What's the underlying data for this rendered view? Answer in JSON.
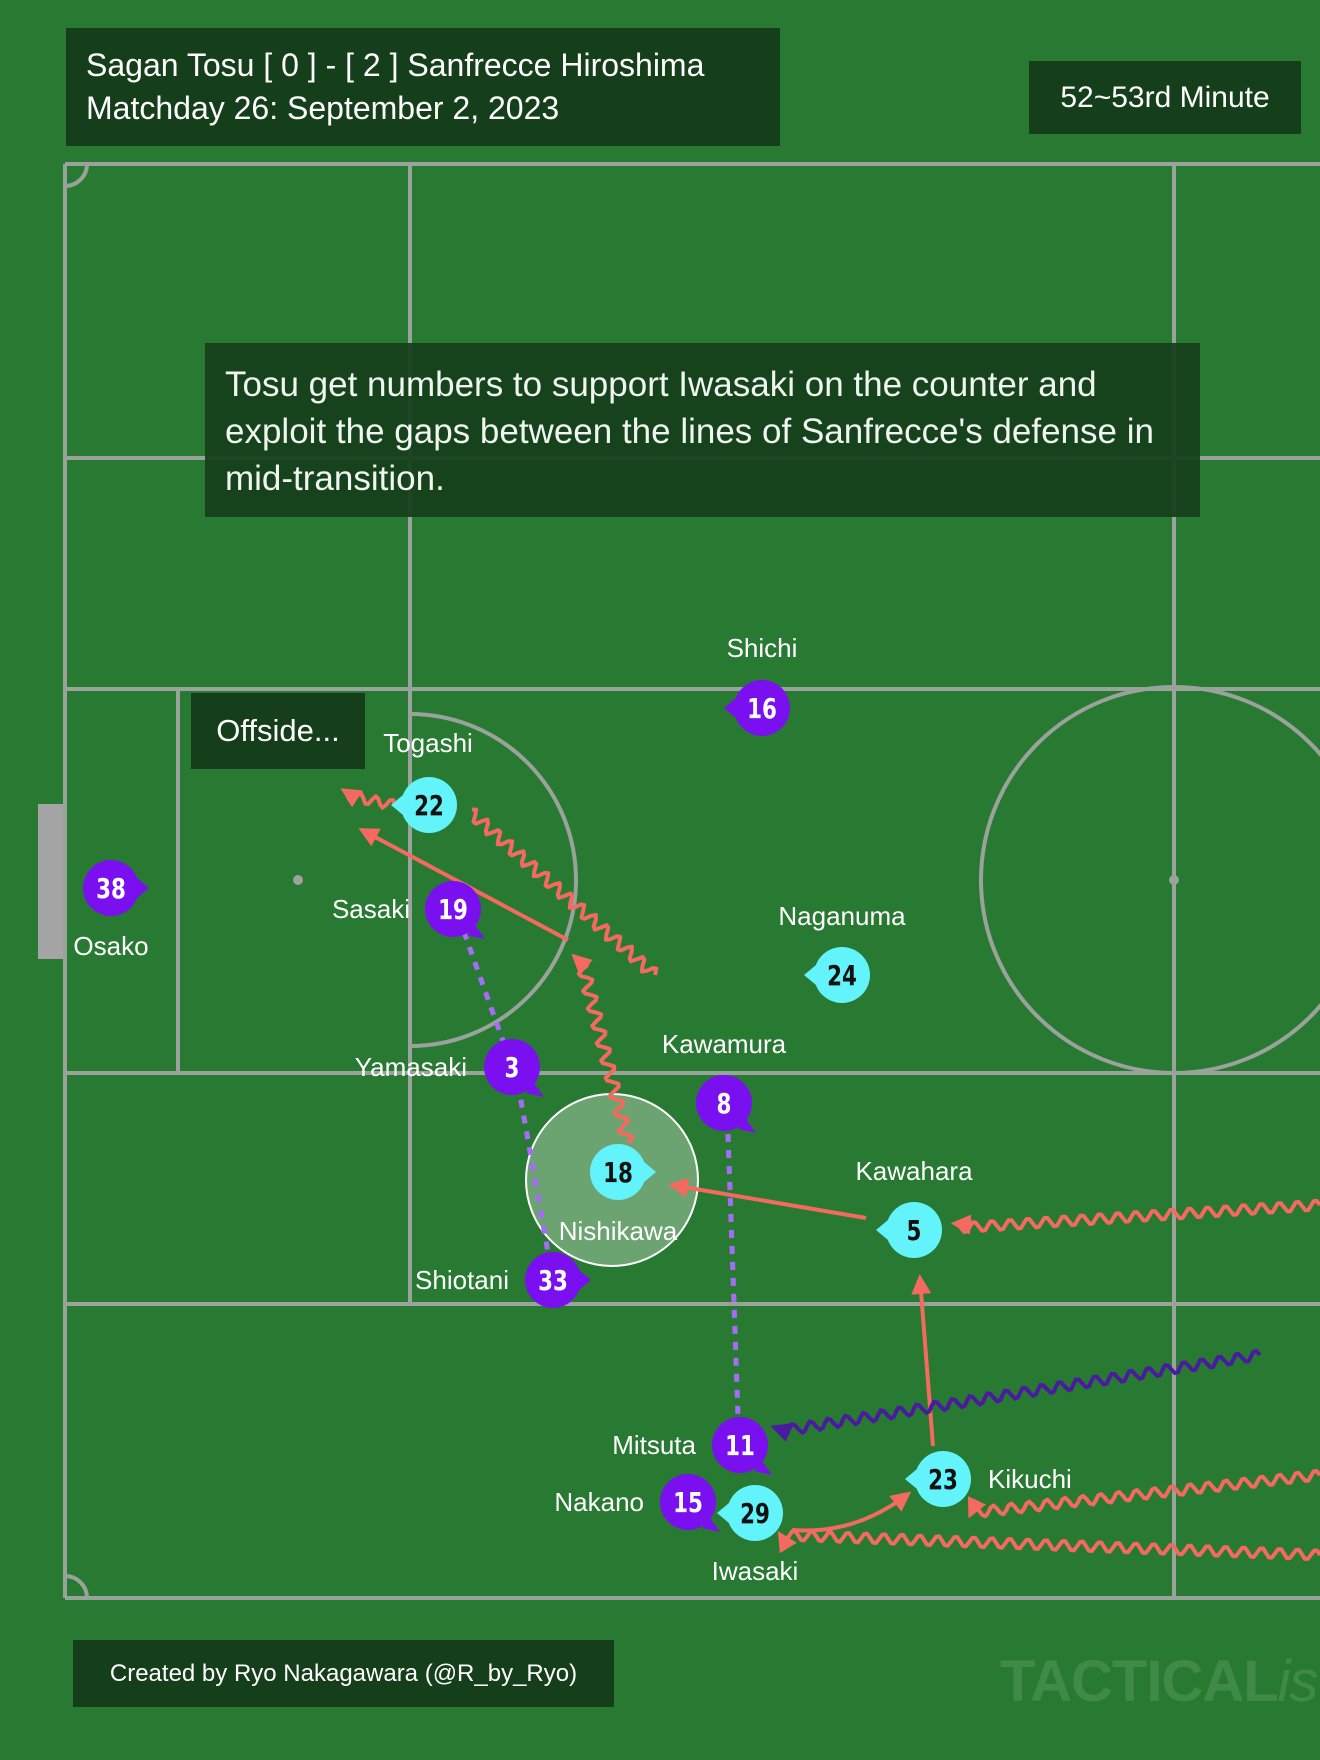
{
  "header": {
    "match_line": "Sagan Tosu [ 0 ] - [ 2 ] Sanfrecce Hiroshima",
    "date_line": "Matchday 26: September 2, 2023",
    "minute": "52~53rd Minute"
  },
  "caption": "Tosu get numbers to support Iwasaki on the counter and exploit the gaps between the lines of Sanfrecce's defense in mid-transition.",
  "offside_note": "Offside...",
  "credit": "Created by Ryo Nakagawara (@R_by_Ryo)",
  "watermark": {
    "main": "TACTICAL",
    "suffix": "ista"
  },
  "colors": {
    "pitch": "#287a32",
    "lines": "#9aa39b",
    "label_box": "#153e1b",
    "tosu": "#63f3fb",
    "hiroshima": "#7a0ff0",
    "hiroshima_dark": "#4a1aa0",
    "arrow": "#f46a60",
    "dotted_link": "#a66cf6"
  },
  "players": {
    "tosu": [
      {
        "number": "22",
        "name": "Togashi"
      },
      {
        "number": "24",
        "name": "Naganuma"
      },
      {
        "number": "18",
        "name": "Nishikawa"
      },
      {
        "number": "5",
        "name": "Kawahara"
      },
      {
        "number": "23",
        "name": "Kikuchi"
      },
      {
        "number": "29",
        "name": "Iwasaki"
      }
    ],
    "hiroshima": [
      {
        "number": "38",
        "name": "Osako"
      },
      {
        "number": "16",
        "name": "Shichi"
      },
      {
        "number": "19",
        "name": "Sasaki"
      },
      {
        "number": "3",
        "name": "Yamasaki"
      },
      {
        "number": "8",
        "name": "Kawamura"
      },
      {
        "number": "33",
        "name": "Shiotani"
      },
      {
        "number": "11",
        "name": "Mitsuta"
      },
      {
        "number": "15",
        "name": "Nakano"
      }
    ]
  }
}
